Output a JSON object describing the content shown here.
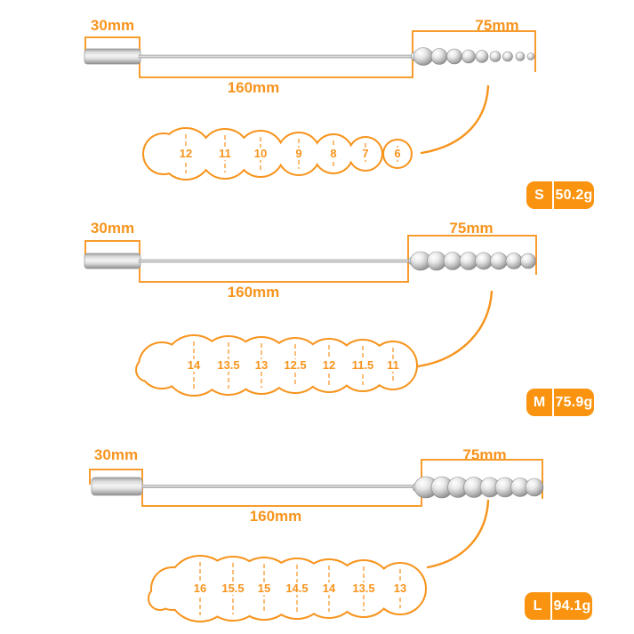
{
  "colors": {
    "accent": "#F7941D",
    "dim_line": "#F89C2E",
    "badge": "#FA9410",
    "badge_text": "#ffffff",
    "background": "#ffffff"
  },
  "sizes": [
    {
      "size_label": "S",
      "weight": "50.2g",
      "handle_length": "30mm",
      "shaft_length": "160mm",
      "tip_length": "75mm",
      "bead_diameters": [
        "12",
        "11",
        "10",
        "9",
        "8",
        "7",
        "6"
      ]
    },
    {
      "size_label": "M",
      "weight": "75.9g",
      "handle_length": "30mm",
      "shaft_length": "160mm",
      "tip_length": "75mm",
      "bead_diameters": [
        "14",
        "13.5",
        "13",
        "12.5",
        "12",
        "11.5",
        "11"
      ]
    },
    {
      "size_label": "L",
      "weight": "94.1g",
      "handle_length": "30mm",
      "shaft_length": "160mm",
      "tip_length": "75mm",
      "bead_diameters": [
        "16",
        "15.5",
        "15",
        "14.5",
        "14",
        "13.5",
        "13"
      ]
    }
  ]
}
